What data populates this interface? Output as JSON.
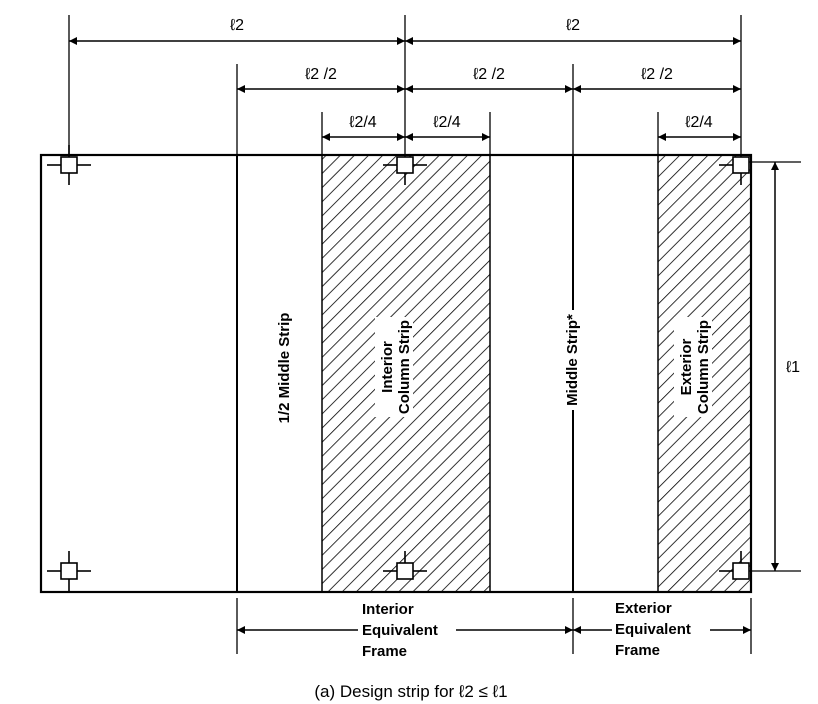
{
  "dimensions": {
    "l2": "ℓ2",
    "l2_half": "ℓ2 /2",
    "l2_quarter": "ℓ2/4",
    "l1": "ℓ1"
  },
  "strips": {
    "half_middle": "1/2 Middle Strip",
    "interior_column_line1": "Interior",
    "interior_column_line2": "Column Strip",
    "middle": "Middle Strip*",
    "exterior_column_line1": "Exterior",
    "exterior_column_line2": "Column Strip"
  },
  "frames": {
    "interior_line1": "Interior",
    "interior_line2": "Equivalent",
    "interior_line3": "Frame",
    "exterior_line1": "Exterior",
    "exterior_line2": "Equivalent",
    "exterior_line3": "Frame"
  },
  "caption": "(a) Design strip for ℓ2 ≤ ℓ1",
  "colors": {
    "ink": "#000000",
    "background": "#ffffff"
  }
}
